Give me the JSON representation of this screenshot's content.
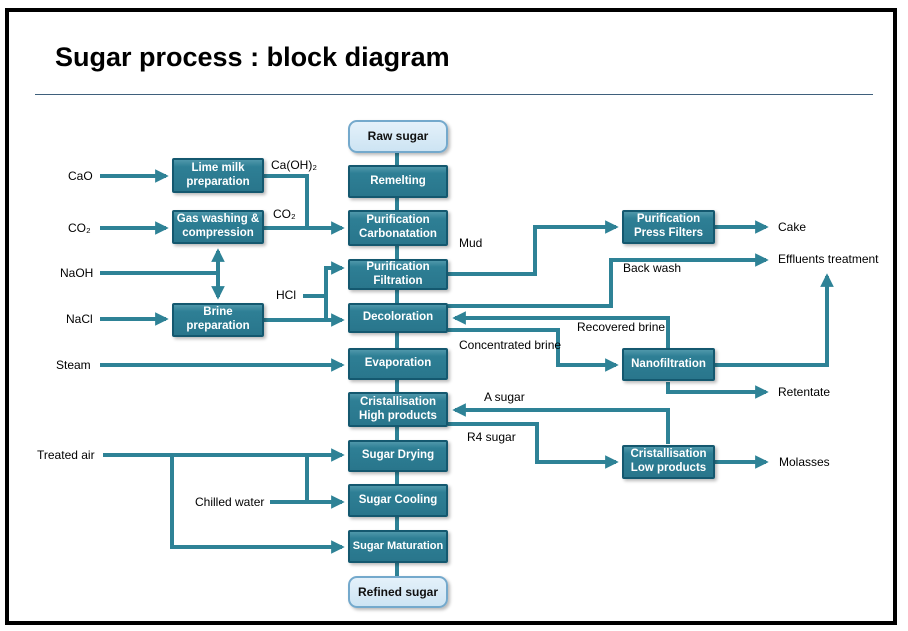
{
  "title": "Sugar process : block diagram",
  "colors": {
    "process_fill": "#2E7F95",
    "process_border": "#14586F",
    "terminal_fill": "#D7EAF7",
    "terminal_border": "#74A9CC",
    "wire": "#2E8296",
    "title_rule": "#3F607C"
  },
  "nodes": {
    "raw_sugar": {
      "label": "Raw sugar"
    },
    "remelting": {
      "label": "Remelting"
    },
    "purification_carbonatation": {
      "label": "Purification\nCarbonatation"
    },
    "purification_filtration": {
      "label": "Purification\nFiltration"
    },
    "decoloration": {
      "label": "Decoloration"
    },
    "evaporation": {
      "label": "Evaporation"
    },
    "cristallisation_high": {
      "label": "Cristallisation\nHigh products"
    },
    "sugar_drying": {
      "label": "Sugar Drying"
    },
    "sugar_cooling": {
      "label": "Sugar Cooling"
    },
    "sugar_maturation": {
      "label": "Sugar Maturation"
    },
    "refined_sugar": {
      "label": "Refined sugar"
    },
    "lime_milk": {
      "label": "Lime milk\npreparation"
    },
    "gas_washing": {
      "label": "Gas washing &\ncompression"
    },
    "brine_preparation": {
      "label": "Brine\npreparation"
    },
    "press_filters": {
      "label": "Purification\nPress Filters"
    },
    "nanofiltration": {
      "label": "Nanofiltration"
    },
    "cristallisation_low": {
      "label": "Cristallisation\nLow products"
    }
  },
  "inputs": {
    "cao": "CaO",
    "co2": "CO₂",
    "naoh": "NaOH",
    "nacl": "NaCl",
    "hcl": "HCl",
    "steam": "Steam",
    "treated_air": "Treated air",
    "chilled_water": "Chilled water"
  },
  "streams": {
    "ca_oh2": "Ca(OH)₂",
    "co2_out": "CO₂",
    "mud": "Mud",
    "back_wash": "Back wash",
    "cake": "Cake",
    "effluents": "Effluents treatment",
    "recovered_brine": "Recovered brine",
    "concentrated_brine": "Concentrated brine",
    "retentate": "Retentate",
    "a_sugar": "A sugar",
    "r4_sugar": "R4 sugar",
    "molasses": "Molasses"
  },
  "flows": [
    {
      "from": "Raw sugar",
      "to": "Remelting",
      "label": ""
    },
    {
      "from": "Remelting",
      "to": "Purification Carbonatation",
      "label": ""
    },
    {
      "from": "CaO",
      "to": "Lime milk preparation",
      "label": ""
    },
    {
      "from": "Lime milk preparation",
      "to": "Purification Carbonatation",
      "label": "Ca(OH)₂"
    },
    {
      "from": "CO₂",
      "to": "Gas washing & compression",
      "label": ""
    },
    {
      "from": "Gas washing & compression",
      "to": "Purification Carbonatation",
      "label": "CO₂"
    },
    {
      "from": "NaOH",
      "to": "Gas washing & compression",
      "label": ""
    },
    {
      "from": "NaOH",
      "to": "Brine preparation",
      "label": ""
    },
    {
      "from": "NaCl",
      "to": "Brine preparation",
      "label": ""
    },
    {
      "from": "Brine preparation",
      "to": "Decoloration",
      "label": ""
    },
    {
      "from": "HCl",
      "to": "Purification Filtration",
      "label": ""
    },
    {
      "from": "HCl",
      "to": "Decoloration",
      "label": ""
    },
    {
      "from": "Purification Carbonatation",
      "to": "Purification Filtration",
      "label": ""
    },
    {
      "from": "Purification Filtration",
      "to": "Purification Press Filters",
      "label": "Mud"
    },
    {
      "from": "Purification Press Filters",
      "to": "Cake",
      "label": ""
    },
    {
      "from": "Purification Filtration",
      "to": "Decoloration",
      "label": ""
    },
    {
      "from": "Decoloration",
      "to": "Effluents treatment",
      "label": "Back wash"
    },
    {
      "from": "Decoloration",
      "to": "Nanofiltration",
      "label": "Concentrated brine"
    },
    {
      "from": "Nanofiltration",
      "to": "Decoloration",
      "label": "Recovered brine"
    },
    {
      "from": "Nanofiltration",
      "to": "Effluents treatment",
      "label": ""
    },
    {
      "from": "Nanofiltration",
      "to": "Retentate",
      "label": ""
    },
    {
      "from": "Decoloration",
      "to": "Evaporation",
      "label": ""
    },
    {
      "from": "Steam",
      "to": "Evaporation",
      "label": ""
    },
    {
      "from": "Evaporation",
      "to": "Cristallisation High products",
      "label": ""
    },
    {
      "from": "Cristallisation High products",
      "to": "Cristallisation Low products",
      "label": "R4 sugar"
    },
    {
      "from": "Cristallisation Low products",
      "to": "Cristallisation High products",
      "label": "A sugar"
    },
    {
      "from": "Cristallisation Low products",
      "to": "Molasses",
      "label": ""
    },
    {
      "from": "Cristallisation High products",
      "to": "Sugar Drying",
      "label": ""
    },
    {
      "from": "Treated air",
      "to": "Sugar Drying",
      "label": ""
    },
    {
      "from": "Treated air",
      "to": "Sugar Cooling",
      "label": ""
    },
    {
      "from": "Treated air",
      "to": "Sugar Maturation",
      "label": ""
    },
    {
      "from": "Chilled water",
      "to": "Sugar Cooling",
      "label": ""
    },
    {
      "from": "Sugar Drying",
      "to": "Sugar Cooling",
      "label": ""
    },
    {
      "from": "Sugar Cooling",
      "to": "Sugar Maturation",
      "label": ""
    },
    {
      "from": "Sugar Maturation",
      "to": "Refined sugar",
      "label": ""
    }
  ]
}
